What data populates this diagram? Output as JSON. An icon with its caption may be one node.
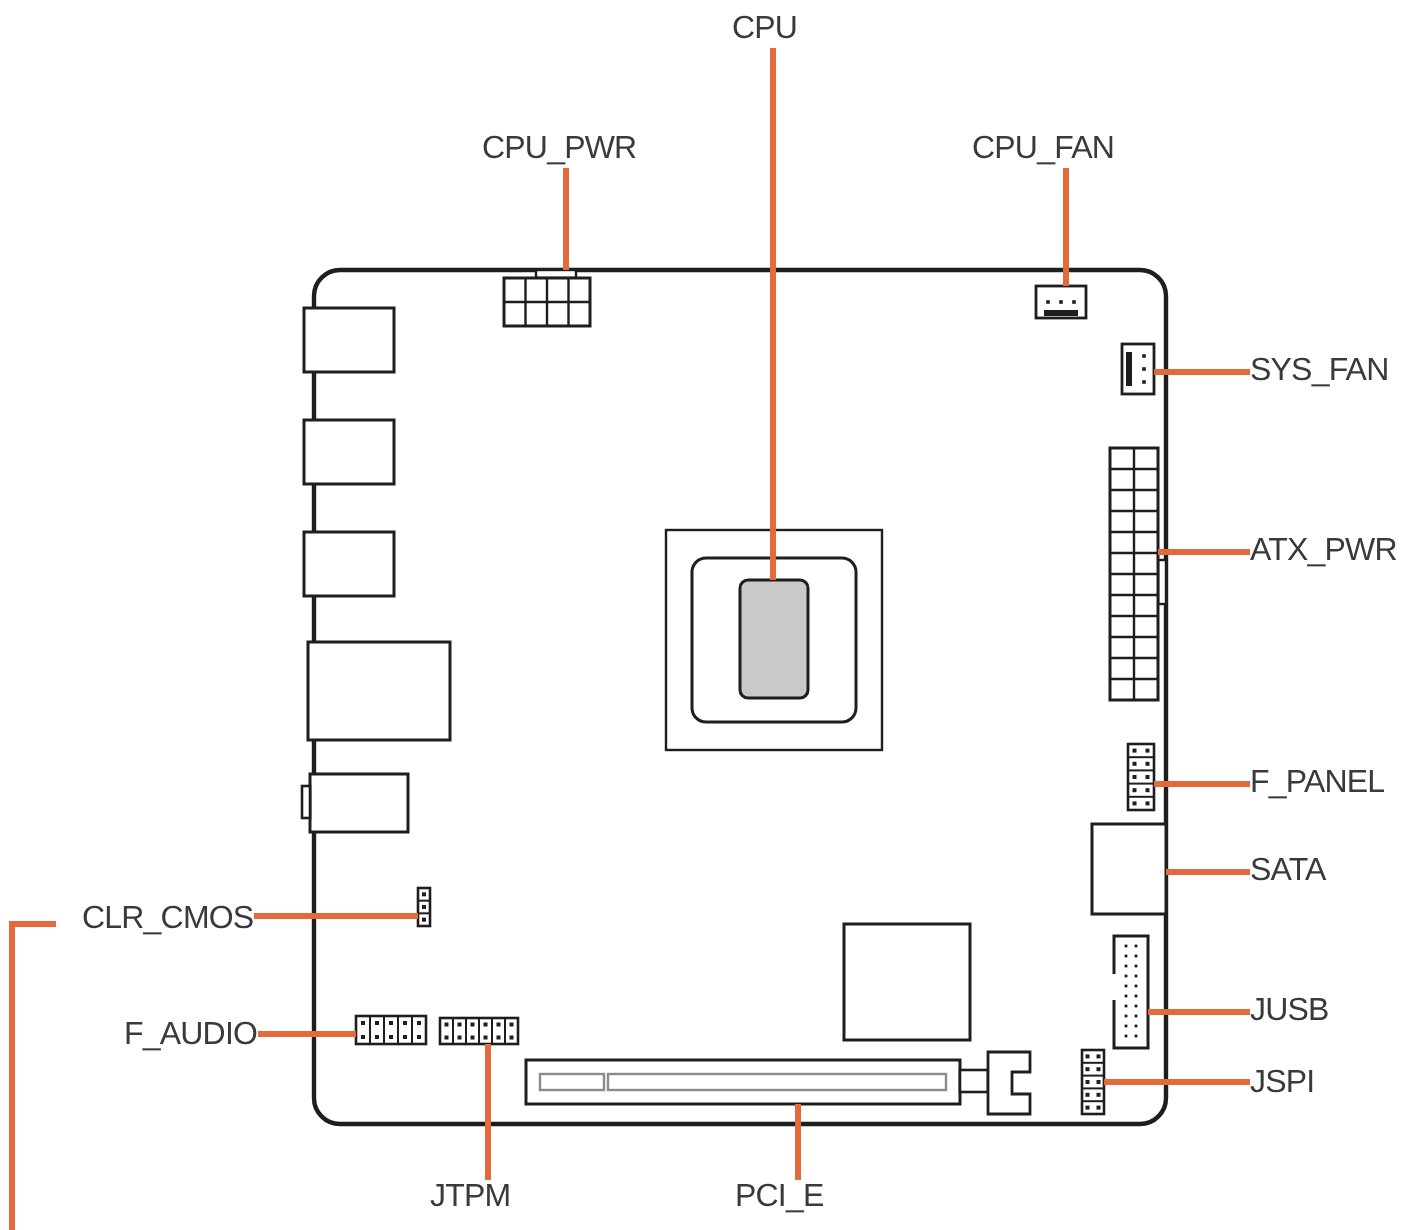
{
  "diagram": {
    "nodes": [
      {
        "text": [
          "CPU"
        ]
      },
      {
        "text": [
          "CPU_PWR"
        ]
      },
      {
        "text": [
          "CPU_FAN"
        ]
      },
      {
        "text": [
          "SYS_FAN"
        ]
      },
      {
        "text": [
          "ATX_PWR"
        ]
      },
      {
        "text": [
          "F_PANEL"
        ]
      },
      {
        "text": [
          "SATA"
        ]
      },
      {
        "text": [
          "CLR_CMOS"
        ]
      },
      {
        "text": [
          "JUSB"
        ]
      },
      {
        "text": [
          "F_AUDIO"
        ]
      },
      {
        "text": [
          "JSPI"
        ]
      },
      {
        "text": [
          "JTPM"
        ]
      },
      {
        "text": [
          "PCI_E"
        ]
      },
      {
        "text": [],
        "shape": "box"
      },
      {
        "text": [],
        "shape": "box"
      },
      {
        "text": [],
        "shape": "box"
      },
      {
        "text": [],
        "shape": "box"
      },
      {
        "text": [],
        "shape": "box"
      },
      {
        "text": [],
        "shape": "box"
      },
      {
        "text": [],
        "shape": "box"
      },
      {
        "text": [],
        "shape": "box"
      },
      {
        "text": [],
        "shape": "box"
      },
      {
        "text": [],
        "shape": "box"
      },
      {
        "text": [],
        "shape": "box"
      },
      {
        "text": [],
        "shape": "box"
      },
      {
        "text": [],
        "shape": "box"
      }
    ],
    "edges": [
      {
        "from": 0,
        "to": 13,
        "arrow": "none"
      },
      {
        "from": 1,
        "to": 14,
        "arrow": "none"
      },
      {
        "from": 2,
        "to": 15,
        "arrow": "none"
      },
      {
        "from": 3,
        "to": 16,
        "arrow": "none"
      },
      {
        "from": 4,
        "to": 17,
        "arrow": "none"
      },
      {
        "from": 5,
        "to": 18,
        "arrow": "none"
      },
      {
        "from": 6,
        "to": 19,
        "arrow": "none"
      },
      {
        "from": 7,
        "to": 20,
        "arrow": "none"
      },
      {
        "from": 8,
        "to": 21,
        "arrow": "none"
      },
      {
        "from": 9,
        "to": 22,
        "arrow": "none"
      },
      {
        "from": 10,
        "to": 23,
        "arrow": "none"
      },
      {
        "from": 11,
        "to": 24,
        "arrow": "none"
      },
      {
        "from": 12,
        "to": 25,
        "arrow": "none"
      }
    ]
  }
}
